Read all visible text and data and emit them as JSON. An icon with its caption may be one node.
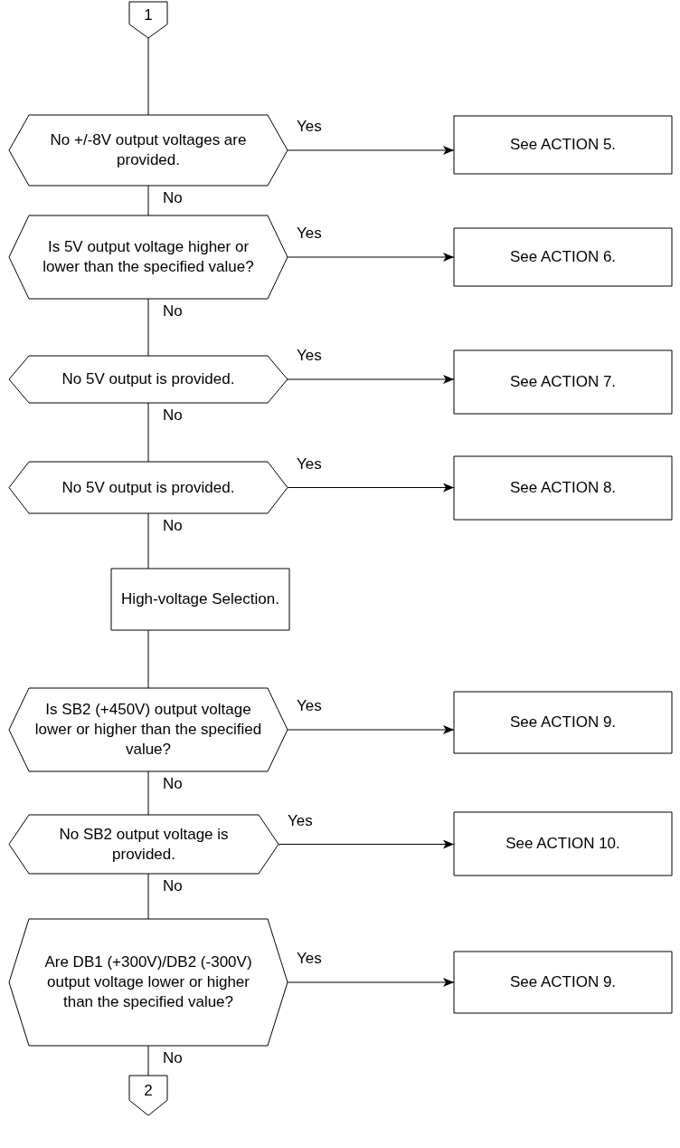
{
  "diagram": {
    "nodes": [
      {
        "text": [
          "1"
        ]
      },
      {
        "text": [
          "No +/-8V output voltages are provided."
        ]
      },
      {
        "text": [
          "See ACTION 5."
        ]
      },
      {
        "text": [
          "Is 5V output voltage higher or lower than the specified value?"
        ]
      },
      {
        "text": [
          "See ACTION 6."
        ]
      },
      {
        "text": [
          "No 5V output is provided."
        ]
      },
      {
        "text": [
          "See ACTION 7."
        ]
      },
      {
        "text": [
          "No 5V output is provided."
        ]
      },
      {
        "text": [
          "See ACTION 8."
        ]
      },
      {
        "text": [
          "High-voltage Selection."
        ]
      },
      {
        "text": [
          "Is SB2 (+450V) output voltage lower or higher than the specified value?"
        ]
      },
      {
        "text": [
          "See ACTION 9."
        ]
      },
      {
        "text": [
          "No SB2 output voltage is provided."
        ]
      },
      {
        "text": [
          "See ACTION 10."
        ]
      },
      {
        "text": [
          "Are DB1 (+300V)/DB2 (-300V) output voltage lower or higher than the specified value?"
        ]
      },
      {
        "text": [
          "See ACTION 9."
        ]
      },
      {
        "text": [
          "2"
        ]
      }
    ],
    "edges": [
      {
        "from": 0,
        "to": 1,
        "arrow": "none"
      },
      {
        "from": 1,
        "to": 2,
        "arrow": "to",
        "label": "Yes"
      },
      {
        "from": 1,
        "to": 3,
        "arrow": "none",
        "label": "No"
      },
      {
        "from": 3,
        "to": 4,
        "arrow": "to",
        "label": "Yes"
      },
      {
        "from": 3,
        "to": 5,
        "arrow": "none",
        "label": "No"
      },
      {
        "from": 5,
        "to": 6,
        "arrow": "to",
        "label": "Yes"
      },
      {
        "from": 5,
        "to": 7,
        "arrow": "none",
        "label": "No"
      },
      {
        "from": 7,
        "to": 8,
        "arrow": "to",
        "label": "Yes"
      },
      {
        "from": 7,
        "to": 9,
        "arrow": "none",
        "label": "No"
      },
      {
        "from": 9,
        "to": 10,
        "arrow": "none"
      },
      {
        "from": 10,
        "to": 11,
        "arrow": "to",
        "label": "Yes"
      },
      {
        "from": 10,
        "to": 12,
        "arrow": "none",
        "label": "No"
      },
      {
        "from": 12,
        "to": 13,
        "arrow": "to",
        "label": "Yes"
      },
      {
        "from": 12,
        "to": 14,
        "arrow": "none",
        "label": "No"
      },
      {
        "from": 14,
        "to": 15,
        "arrow": "to",
        "label": "Yes"
      },
      {
        "from": 14,
        "to": 16,
        "arrow": "none",
        "label": "No"
      }
    ]
  }
}
